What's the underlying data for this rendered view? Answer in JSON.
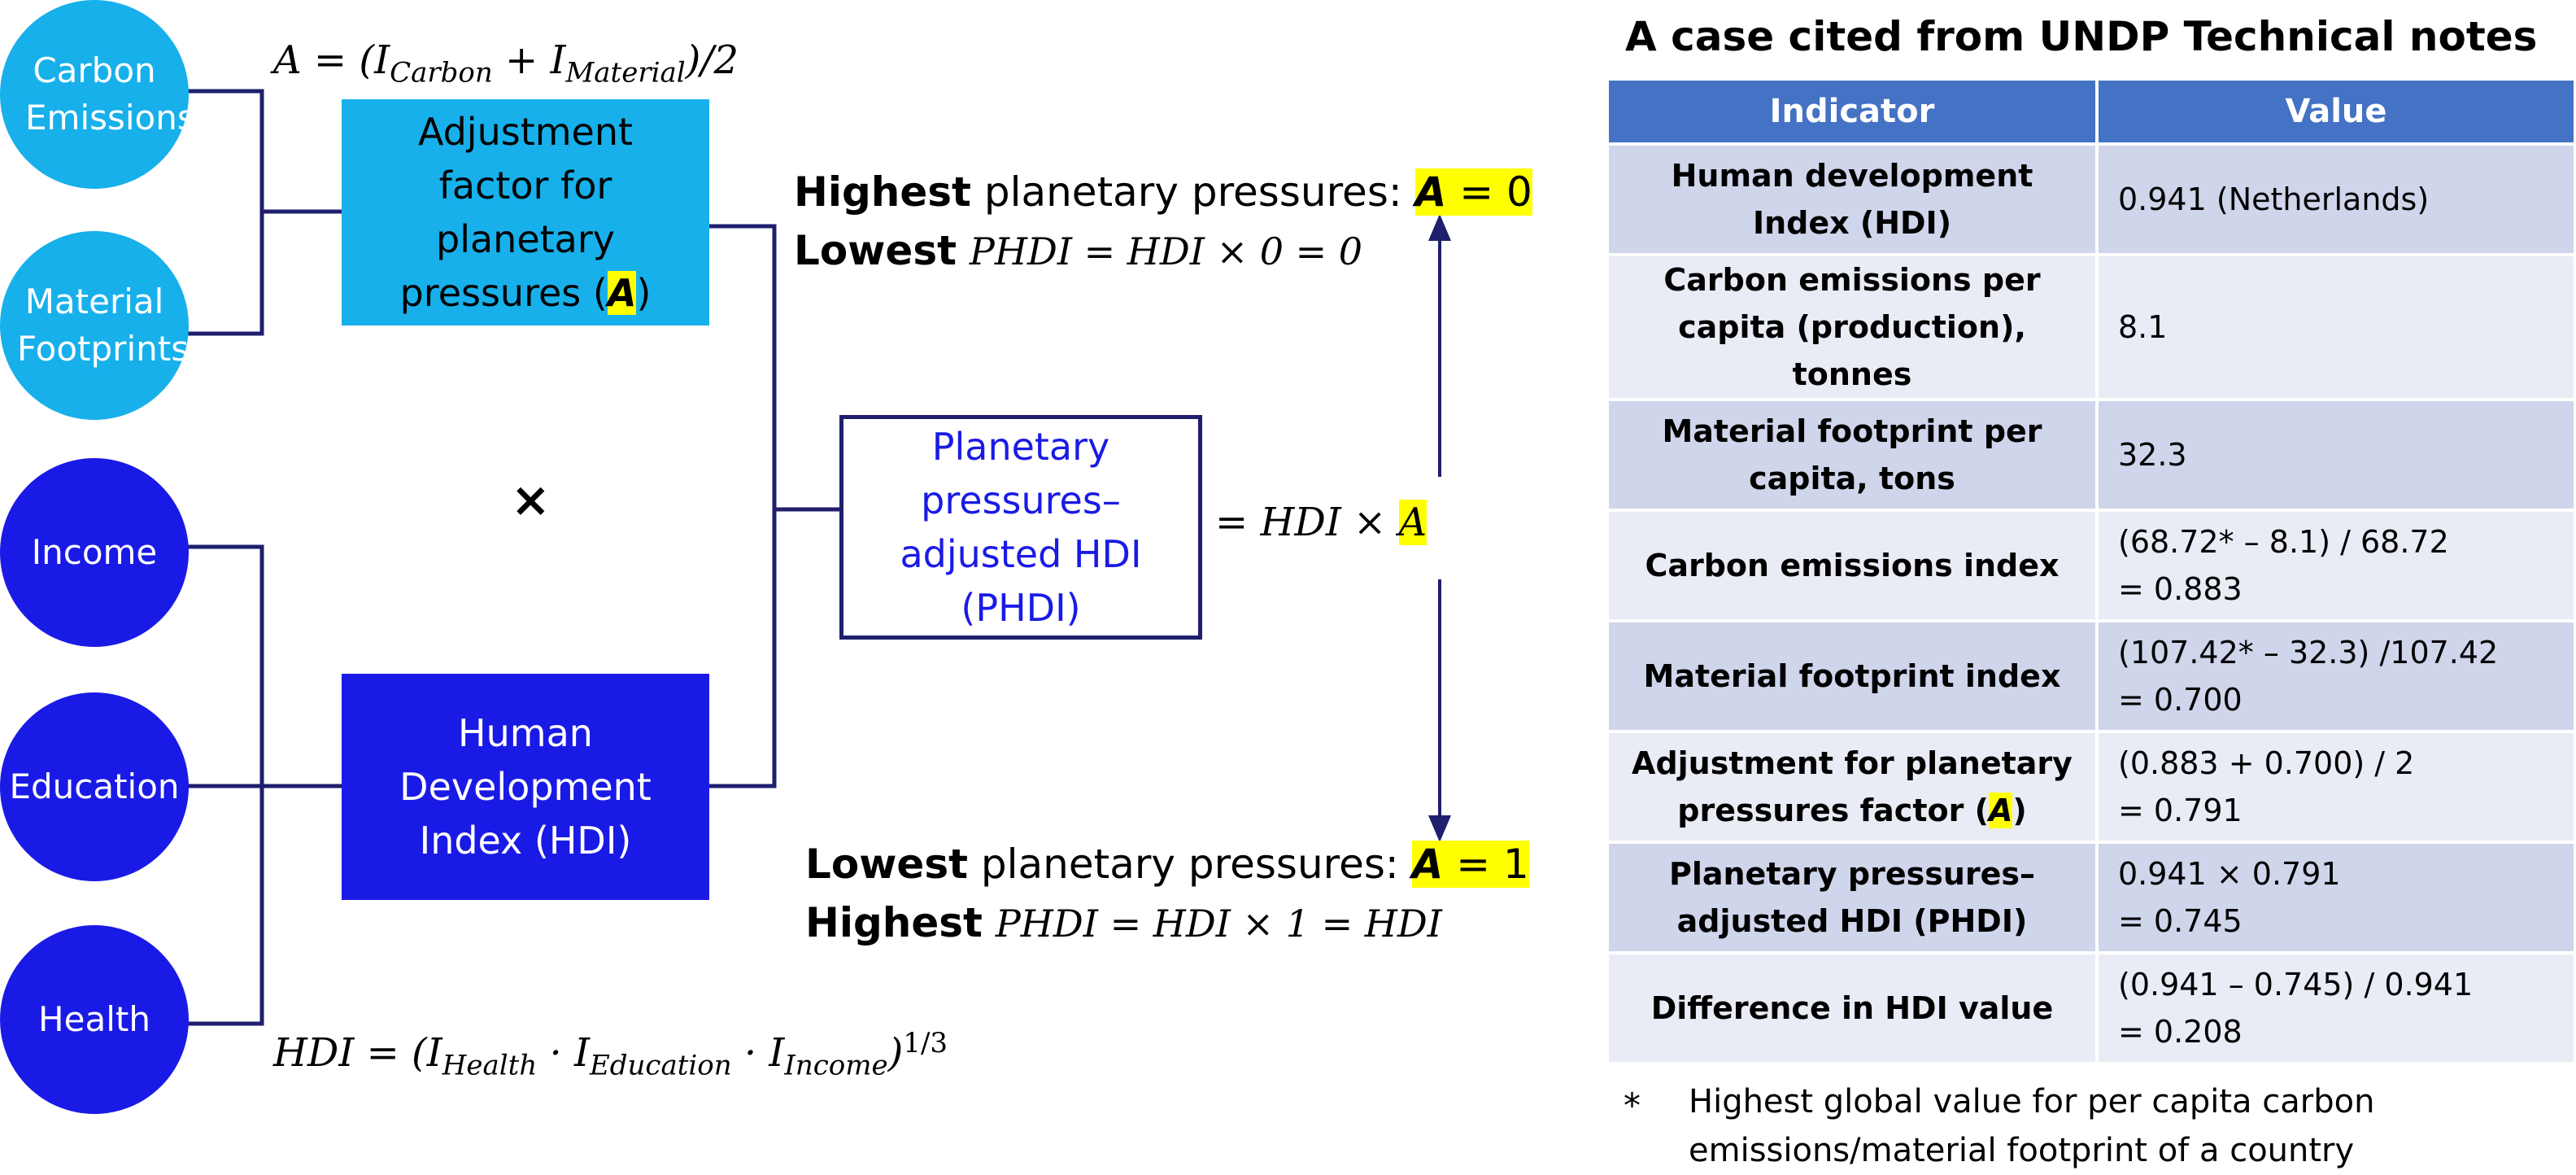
{
  "diagram": {
    "inputs": {
      "carbon": "Carbon Emissions",
      "material": "Material Footprints",
      "income": "Income",
      "education": "Education",
      "health": "Health"
    },
    "adjustment_box": {
      "text": "Adjustment factor for planetary pressures (",
      "symbol": "A",
      "close": ")"
    },
    "hdi_box": "Human Development Index (HDI)",
    "phdi_box": "Planetary pressures–adjusted HDI (PHDI)",
    "multiply": "×",
    "formula_A": {
      "lhs": "A = (I",
      "sub1": "Carbon",
      "mid": " + I",
      "sub2": "Material",
      "rhs": ")/2"
    },
    "formula_HDI": {
      "lhs": "HDI = (I",
      "sub1": "Health",
      "dot1": " · I",
      "sub2": "Education",
      "dot2": " · I",
      "sub3": "Income",
      "close": ")",
      "exp": "1/3"
    },
    "formula_PHDI": {
      "lhs": "= HDI × ",
      "symbol": "A"
    },
    "top_statement": {
      "bold": "Highest",
      "text": " planetary pressures: ",
      "value_symbol": "A",
      "value": " = 0",
      "line2_bold": "Lowest",
      "line2_math": "PHDI = HDI × 0 = 0"
    },
    "bottom_statement": {
      "bold": "Lowest",
      "text": " planetary pressures: ",
      "value_symbol": "A",
      "value": " = 1",
      "line2_bold": "Highest",
      "line2_math": "PHDI = HDI × 1 = HDI"
    }
  },
  "case_table": {
    "title": "A case cited from UNDP Technical notes",
    "headers": [
      "Indicator",
      "Value"
    ],
    "rows": [
      {
        "indicator": "Human development Index (HDI)",
        "value": "0.941 (Netherlands)"
      },
      {
        "indicator": "Carbon emissions per capita (production), tonnes",
        "value": "8.1"
      },
      {
        "indicator": "Material footprint per capita, tons",
        "value": "32.3"
      },
      {
        "indicator": "Carbon emissions index",
        "value_l1": "(68.72* – 8.1) / 68.72",
        "value_l2": "= 0.883"
      },
      {
        "indicator": "Material footprint index",
        "value_l1": "(107.42* – 32.3) /107.42",
        "value_l2": "= 0.700"
      },
      {
        "indicator_pre": "Adjustment for planetary pressures factor (",
        "indicator_sym": "A",
        "indicator_post": ")",
        "value_l1": "(0.883 + 0.700) / 2",
        "value_l2": "= 0.791"
      },
      {
        "indicator": "Planetary pressures–adjusted HDI (PHDI)",
        "value_l1": "0.941 × 0.791",
        "value_l2": "= 0.745"
      },
      {
        "indicator": "Difference in HDI value",
        "value_l1": "(0.941 – 0.745) / 0.941",
        "value_l2": "= 0.208"
      }
    ],
    "footnote_marker": "*",
    "footnote": "Highest global value for per capita carbon emissions/material footprint of a country"
  },
  "colors": {
    "light_blue": "#17b0ea",
    "dark_blue": "#1a1ae6",
    "navy_line": "#1f1f6e",
    "highlight": "#ffff00",
    "table_header": "#4472c4",
    "row_dark": "#cfd5ea",
    "row_light": "#e9ebf5"
  }
}
